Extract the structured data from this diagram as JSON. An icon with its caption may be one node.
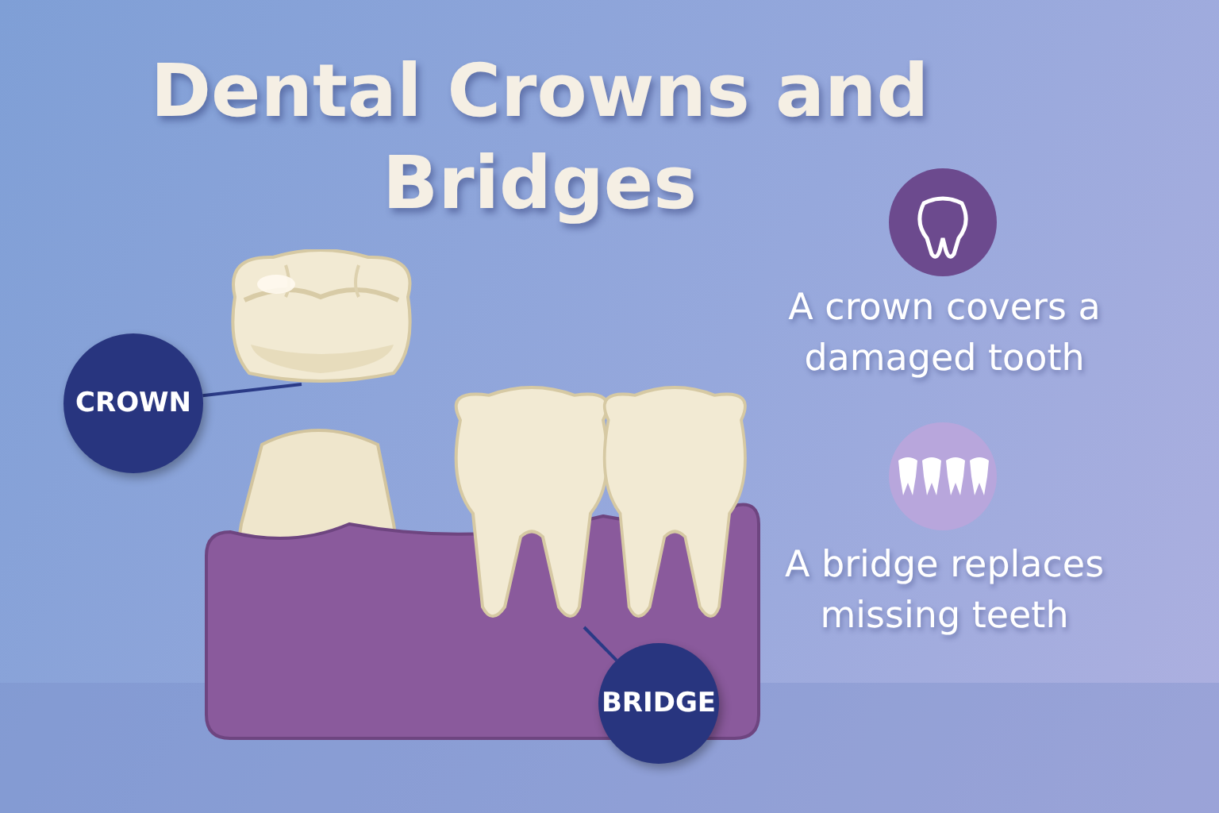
{
  "diagram": {
    "title": "Dental Crowns and Bridges",
    "nodes": [
      {
        "text": [
          "CROWN"
        ]
      },
      {
        "text": [],
        "shape": "picture"
      },
      {
        "text": [
          "BRIDGE"
        ]
      },
      {
        "text": [],
        "shape": "picture"
      }
    ],
    "edges": [
      {
        "from": 0,
        "to": 1,
        "arrow": "none"
      },
      {
        "from": 2,
        "to": 3,
        "arrow": "none"
      }
    ],
    "labels": [
      "A crown covers a damaged tooth",
      "A bridge replaces missing teeth"
    ]
  }
}
